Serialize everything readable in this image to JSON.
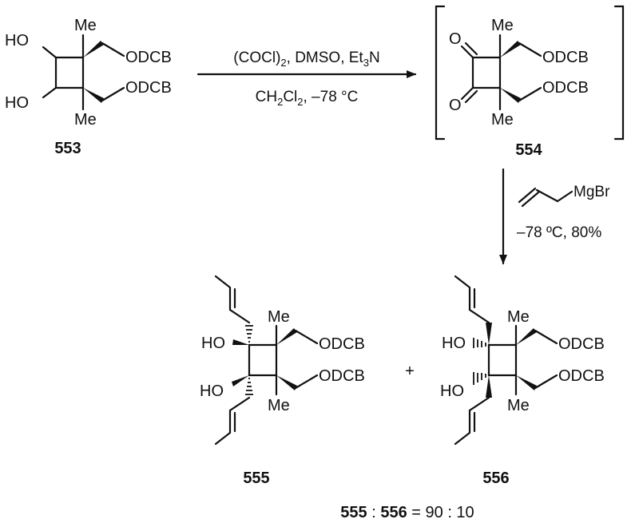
{
  "reactant": {
    "id": "553",
    "oh_top": "HO",
    "oh_bottom": "HO",
    "me_top": "Me",
    "me_bottom": "Me",
    "odcb_top": "ODCB",
    "odcb_bottom": "ODCB"
  },
  "step1": {
    "reagents_main": "(COCl)",
    "reagents_sub": "2",
    "reagents_rest": ", DMSO, Et",
    "reagents_sub2": "3",
    "reagents_end": "N",
    "solvent_main": "CH",
    "solvent_sub1": "2",
    "solvent_cl": "Cl",
    "solvent_sub2": "2",
    "temp": ", –78 °C"
  },
  "intermediate": {
    "id": "554",
    "o_top": "O",
    "o_bottom": "O",
    "me_top": "Me",
    "me_bottom": "Me",
    "odcb_top": "ODCB",
    "odcb_bottom": "ODCB"
  },
  "step2": {
    "reagent": "MgBr",
    "conditions": "–78 ºC, 80%"
  },
  "product_a": {
    "id": "555",
    "oh_top": "HO",
    "oh_bottom": "HO",
    "me_top": "Me",
    "me_bottom": "Me",
    "odcb_top": "ODCB",
    "odcb_bottom": "ODCB"
  },
  "plus": "+",
  "product_b": {
    "id": "556",
    "oh_top": "HO",
    "oh_bottom": "HO",
    "me_top": "Me",
    "me_bottom": "Me",
    "odcb_top": "ODCB",
    "odcb_bottom": "ODCB"
  },
  "ratio": {
    "a": "555",
    "sep": " : ",
    "b": "556",
    "eq": " = 90 : 10"
  }
}
